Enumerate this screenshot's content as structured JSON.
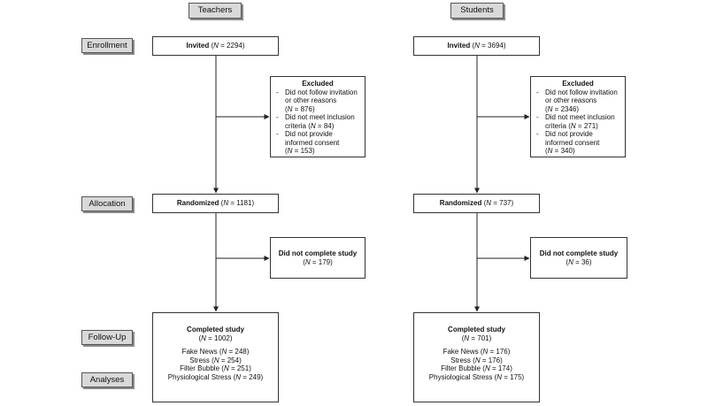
{
  "columns": [
    {
      "header": "Teachers",
      "invited": {
        "label": "Invited",
        "n": "2294"
      },
      "excluded": {
        "title": "Excluded",
        "items": [
          {
            "text": "Did not follow invitation or other reasons",
            "n": "876"
          },
          {
            "text": "Did not meet inclusion criteria",
            "n": "84"
          },
          {
            "text": "Did not provide informed consent",
            "n": "153"
          }
        ]
      },
      "randomized": {
        "label": "Randomized",
        "n": "1181"
      },
      "did_not_complete": {
        "label": "Did not complete study",
        "n": "179"
      },
      "completed": {
        "label": "Completed study",
        "n": "1002",
        "groups": [
          {
            "label": "Fake News",
            "n": "248"
          },
          {
            "label": "Stress",
            "n": "254"
          },
          {
            "label": "Filter Bubble",
            "n": "251"
          },
          {
            "label": "Physiological Stress",
            "n": "249"
          }
        ]
      }
    },
    {
      "header": "Students",
      "invited": {
        "label": "Invited",
        "n": "3694"
      },
      "excluded": {
        "title": "Excluded",
        "items": [
          {
            "text": "Did not follow invitation or other reasons",
            "n": "2346"
          },
          {
            "text": "Did not meet inclusion criteria",
            "n": "271"
          },
          {
            "text": "Did not provide informed consent",
            "n": "340"
          }
        ]
      },
      "randomized": {
        "label": "Randomized",
        "n": "737"
      },
      "did_not_complete": {
        "label": "Did not complete study",
        "n": "36"
      },
      "completed": {
        "label": "Completed study",
        "n": "701",
        "groups": [
          {
            "label": "Fake News",
            "n": "176"
          },
          {
            "label": "Stress",
            "n": "176"
          },
          {
            "label": "Filter Bubble",
            "n": "174"
          },
          {
            "label": "Physiological Stress",
            "n": "175"
          }
        ]
      }
    }
  ],
  "stages": [
    "Enrollment",
    "Allocation",
    "Follow-Up",
    "Analyses"
  ],
  "n_symbol": "N"
}
